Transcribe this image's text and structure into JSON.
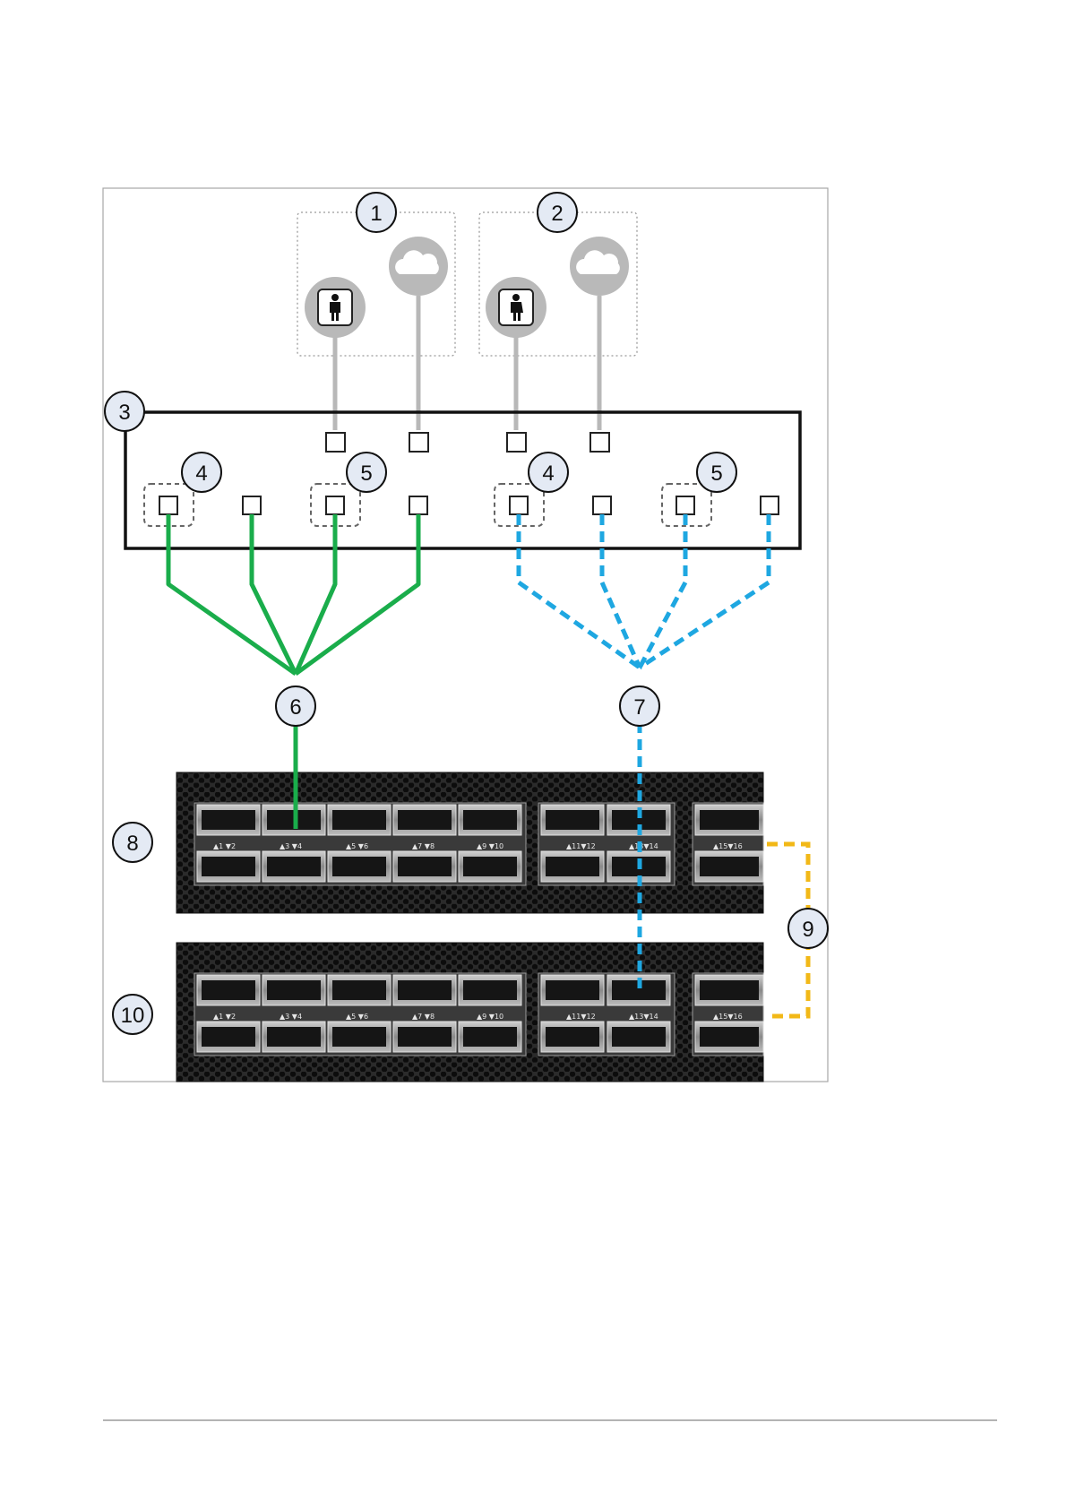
{
  "callouts": {
    "c1": "1",
    "c2": "2",
    "c3": "3",
    "c4a": "4",
    "c5a": "5",
    "c4b": "4",
    "c5b": "5",
    "c6": "6",
    "c7": "7",
    "c8": "8",
    "c9": "9",
    "c10": "10"
  },
  "switch_top": {
    "port_labels": [
      "▲1 ▼2",
      "▲3 ▼4",
      "▲5 ▼6",
      "▲7 ▼8",
      "▲9 ▼10",
      "▲11▼12",
      "▲13▼14",
      "▲15▼16"
    ]
  },
  "switch_bottom": {
    "port_labels": [
      "▲1 ▼2",
      "▲3 ▼4",
      "▲5 ▼6",
      "▲7 ▼8",
      "▲9 ▼10",
      "▲11▼12",
      "▲13▼14",
      "▲15▼16"
    ]
  },
  "icons": [
    "person-icon",
    "cloud-icon",
    "person-icon",
    "cloud-icon"
  ],
  "colors": {
    "green_cable": "#1aad4b",
    "blue_cable": "#1ea7e1",
    "yellow_cable": "#f2b817",
    "gray_link": "#b8b8b8",
    "callout_fill": "#e4eaf4",
    "switch_body": "#1f1f1f"
  }
}
